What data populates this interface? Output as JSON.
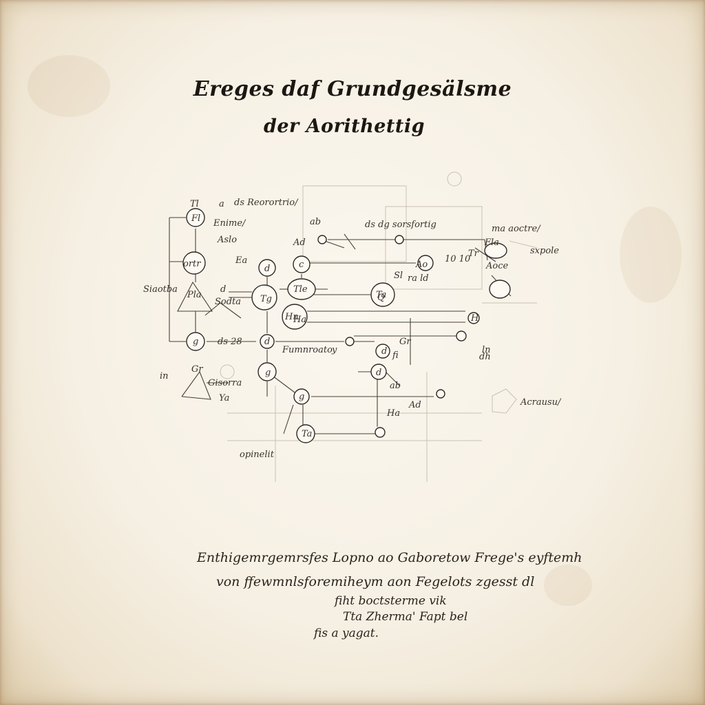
{
  "title_line_1": "Ereges daf Grundgesälsme",
  "title_line_2": "der Aorithettig",
  "diagram": {
    "labels": [
      "Tl",
      "a",
      "ds Reorortrio/",
      "Enime/",
      "ortr",
      "Aslo",
      "ab",
      "ds dg sorsfortig",
      "ma aoctre/",
      "Fl",
      "Ad",
      "Ea",
      "10 10",
      "d",
      "c",
      "Siaotba",
      "Pla",
      "d",
      "Sodta",
      "Tle",
      "ds 28",
      "Ta",
      "Hn",
      "Tg",
      "g",
      "ra ld",
      "Fumnroato",
      "d",
      "Gr",
      "y",
      "g",
      "in",
      "Gr",
      "Gisorra",
      "Ya",
      "dh",
      "fi",
      "g",
      "d",
      "ab",
      "Ha",
      "Ta",
      "opinelit",
      "Ha",
      "d",
      "Ao",
      "Tr",
      "H",
      "Fla",
      "Ad",
      "Q",
      "Sl",
      "ln",
      "Acrausu/",
      "Aoce",
      "sxpole"
    ]
  },
  "footnote": {
    "line_1": "Enthigemrgemrsfes Lopno ao Gaboretow Frege's eyftemh",
    "line_2": "von ffewmnlsforemiheym aon Fegelots zgesst dl",
    "line_3": "fiht boctsterme vik",
    "line_4": "Tta Zherma' Fapt bel",
    "line_5": "fis a yagat."
  }
}
